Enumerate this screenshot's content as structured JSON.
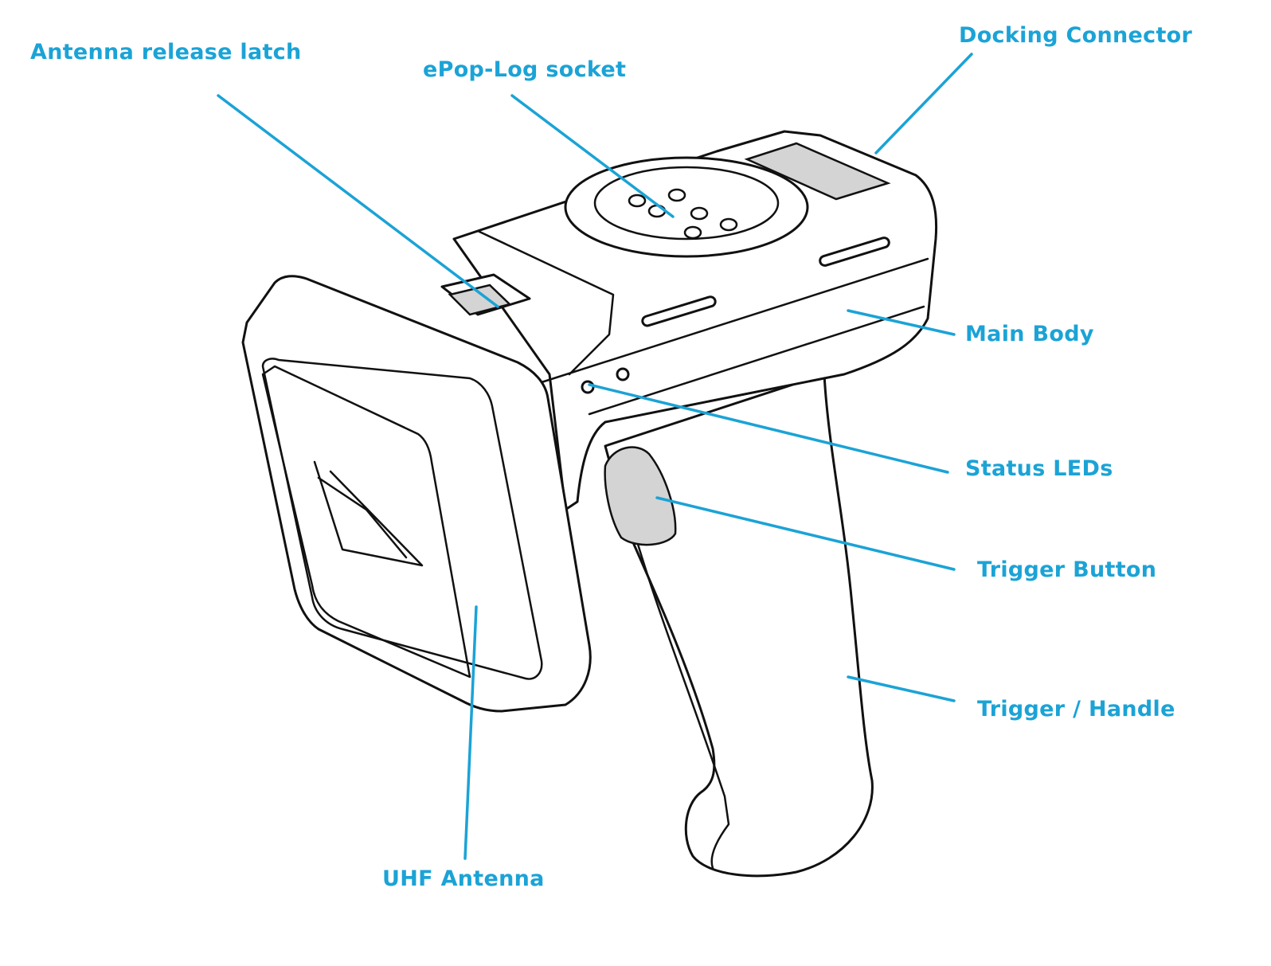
{
  "diagram": {
    "subject": "handheld-uhf-rfid-reader",
    "accent_color": "#1ba3d6",
    "labels": {
      "antenna_release_latch": "Antenna release latch",
      "epop_log_socket": "ePop-Log socket",
      "docking_connector": "Docking Connector",
      "main_body": "Main Body",
      "status_leds": "Status LEDs",
      "trigger_button": "Trigger Button",
      "trigger_handle": "Trigger / Handle",
      "uhf_antenna": "UHF Antenna"
    }
  }
}
